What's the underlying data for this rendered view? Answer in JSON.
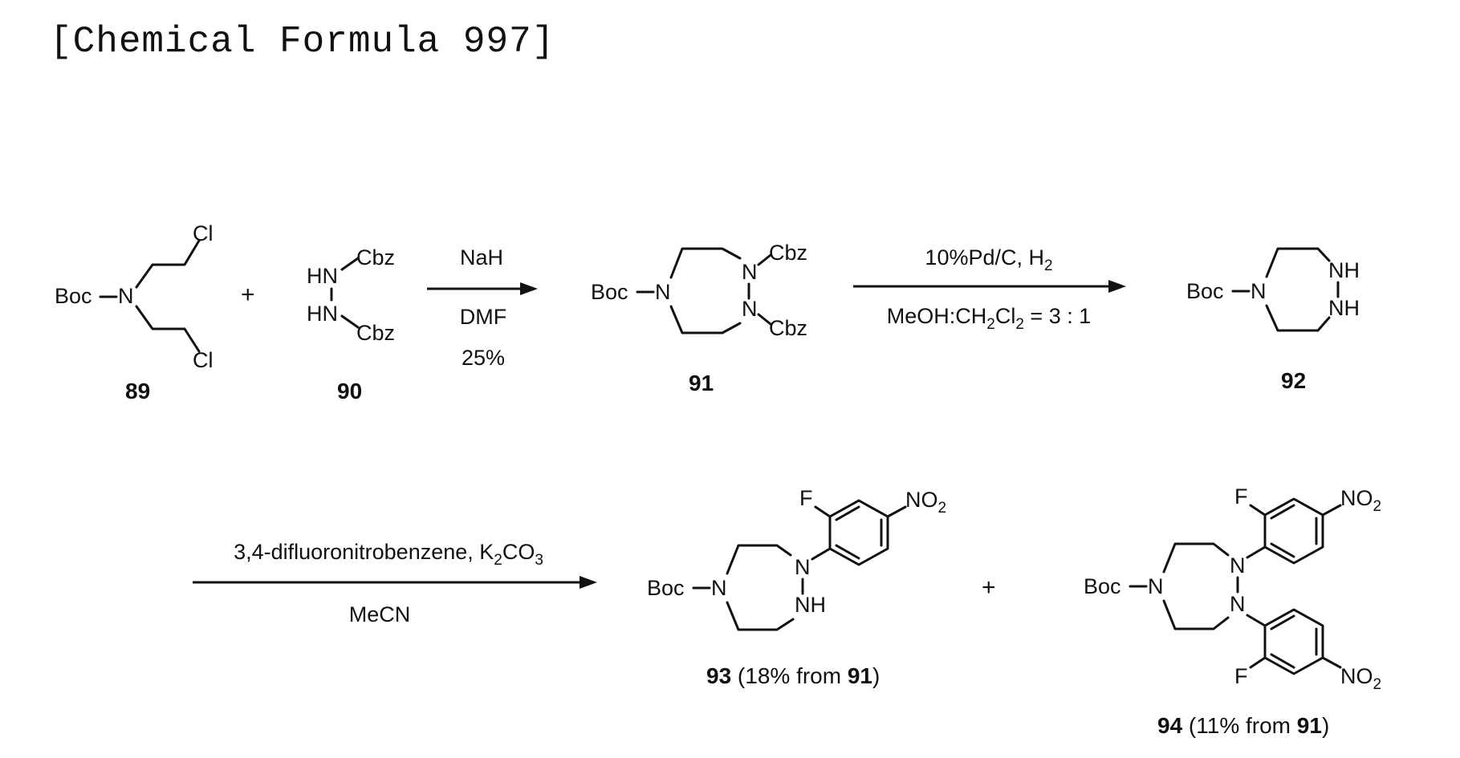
{
  "title": "[Chemical Formula 997]",
  "plus_sign": "+",
  "compounds": {
    "c89": {
      "number": "89",
      "boc": "Boc",
      "n": "N",
      "cl_top": "Cl",
      "cl_bottom": "Cl"
    },
    "c90": {
      "number": "90",
      "hn_top": "HN",
      "hn_bottom": "HN",
      "cbz_top": "Cbz",
      "cbz_bottom": "Cbz"
    },
    "c91": {
      "number": "91",
      "boc": "Boc",
      "n_ring": "N",
      "n_top": "N",
      "n_bottom": "N",
      "cbz_top": "Cbz",
      "cbz_bottom": "Cbz"
    },
    "c92": {
      "number": "92",
      "boc": "Boc",
      "n_ring": "N",
      "nh_top": "NH",
      "nh_bottom": "NH"
    },
    "c93": {
      "number": "93",
      "yield_text": " (18% from ",
      "ref": "91",
      "close": ")",
      "boc": "Boc",
      "n_ring": "N",
      "n_aryl": "N",
      "nh": "NH",
      "f": "F",
      "no2": "NO",
      "no2_sub": "2"
    },
    "c94": {
      "number": "94",
      "yield_text": " (11% from ",
      "ref": "91",
      "close": ")",
      "boc": "Boc",
      "n_ring": "N",
      "n_top": "N",
      "n_bottom": "N",
      "f_top": "F",
      "f_bottom": "F",
      "no2": "NO",
      "no2_sub": "2"
    }
  },
  "steps": [
    {
      "above": "NaH",
      "below": "DMF",
      "yield": "25%"
    },
    {
      "above_main": "10%Pd/C, H",
      "above_sub": "2",
      "below_a": "MeOH:CH",
      "below_sub1": "2",
      "below_b": "Cl",
      "below_sub2": "2",
      "below_c": " = 3 : 1"
    },
    {
      "above_a": "3,4-difluoronitrobenzene, K",
      "above_sub1": "2",
      "above_b": "CO",
      "above_sub2": "3",
      "below": "MeCN"
    }
  ]
}
